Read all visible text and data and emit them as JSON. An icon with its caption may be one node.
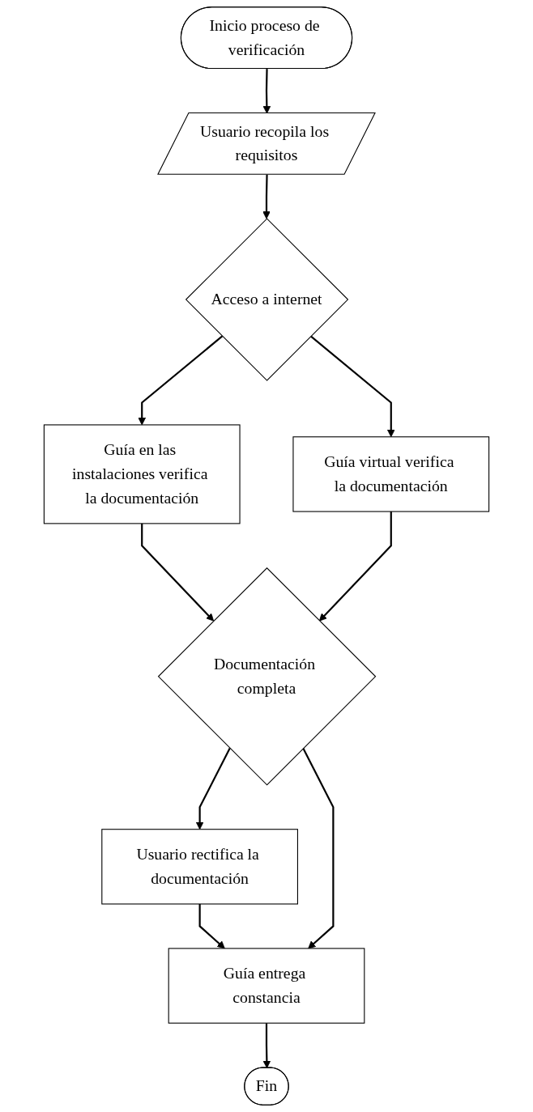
{
  "diagram": {
    "nodes": [
      {
        "text": [
          "Inicio proceso de verificación"
        ]
      },
      {
        "text": [
          "Usuario recopila los requisitos"
        ]
      },
      {
        "text": [
          "Acceso a internet"
        ]
      },
      {
        "text": [
          "Guía en las instalaciones verifica la documentación"
        ]
      },
      {
        "text": [
          "Guía virtual verifica la documentación"
        ]
      },
      {
        "text": [
          "Documentación completa"
        ]
      },
      {
        "text": [
          "Usuario rectifica la documentación"
        ]
      },
      {
        "text": [
          "Guía entrega constancia"
        ]
      },
      {
        "text": [
          "Fin"
        ]
      }
    ],
    "edges": [
      {
        "from": 0,
        "to": 1,
        "arrow": "to"
      },
      {
        "from": 1,
        "to": 2,
        "arrow": "to"
      },
      {
        "from": 2,
        "to": 3,
        "arrow": "to"
      },
      {
        "from": 2,
        "to": 4,
        "arrow": "to"
      },
      {
        "from": 3,
        "to": 5,
        "arrow": "to"
      },
      {
        "from": 4,
        "to": 5,
        "arrow": "to"
      },
      {
        "from": 5,
        "to": 6,
        "arrow": "to"
      },
      {
        "from": 6,
        "to": 7,
        "arrow": "to"
      },
      {
        "from": 5,
        "to": 7,
        "arrow": "to"
      },
      {
        "from": 7,
        "to": 8,
        "arrow": "to"
      }
    ]
  }
}
